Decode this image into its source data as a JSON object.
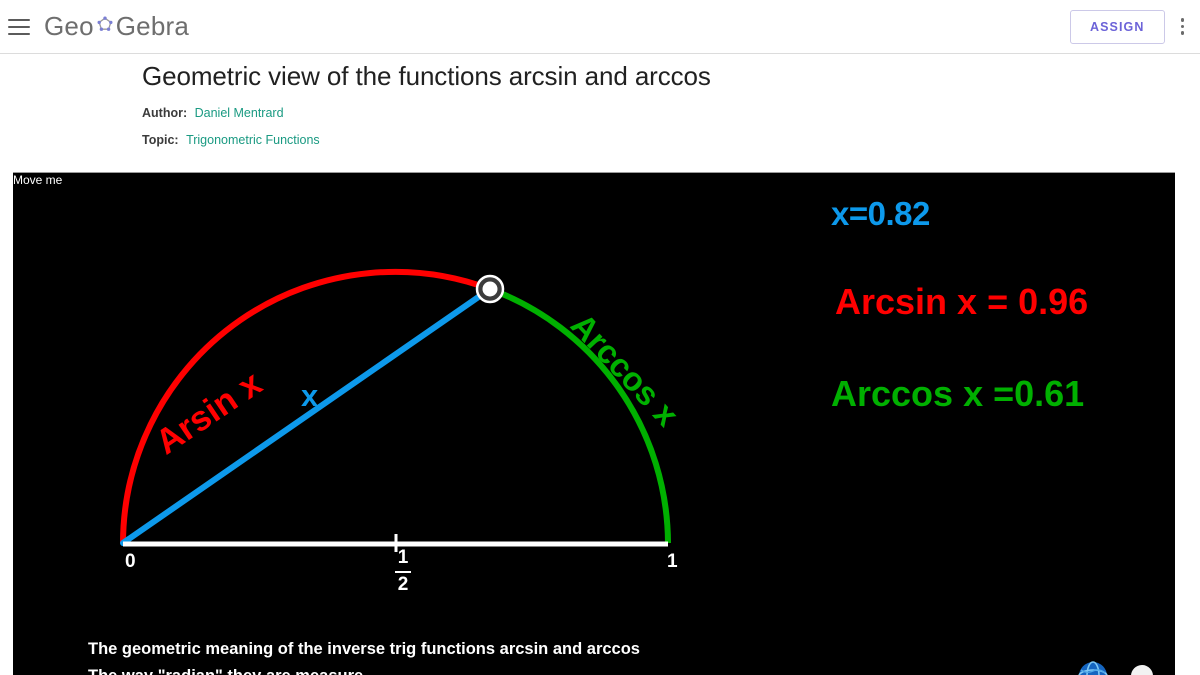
{
  "header": {
    "menu_icon": "hamburger-menu-icon",
    "brand": {
      "left": "Geo",
      "star": "❀",
      "right": "Gebra"
    },
    "assign_label": "ASSIGN",
    "kebab_icon": "more-vertical-icon"
  },
  "title": "Geometric view of the functions arcsin and arccos",
  "meta": [
    {
      "label": "Author:",
      "value": "Daniel Mentrard"
    },
    {
      "label": "Topic:",
      "value": "Trigonometric Functions"
    }
  ],
  "applet": {
    "point_tooltip": "Move me",
    "labels": {
      "arc_left": "Arsin x",
      "arc_right": "Arccos x",
      "chord": "x"
    },
    "axis": {
      "left": "0",
      "middle_numerator": "1",
      "middle_denominator": "2",
      "right": "1"
    },
    "readouts": [
      {
        "name": "x-value",
        "text": "x=0.82",
        "color": "#0d99eb"
      },
      {
        "name": "arcsin-value",
        "text": "Arcsin x = 0.96",
        "color": "#ff0000"
      },
      {
        "name": "arccos-value",
        "text": "Arccos x =0.61",
        "color": "#00b000"
      }
    ],
    "caption_line1": "The geometric meaning of the inverse trig functions arcsin and arccos",
    "caption_line2": "The way \"radian\" they are measure"
  },
  "colors": {
    "red": "#ff0000",
    "green": "#00b000",
    "blue": "#0d99eb",
    "white": "#ffffff",
    "background": "#000000",
    "brand_purple": "#6c63d8",
    "link_teal": "#1a9a82"
  },
  "chart_data": {
    "type": "scatter",
    "title": "Geometric view of the functions arcsin and arccos",
    "description": "Unit semicircle on segment [0,1]; a draggable point splits the arc into a red (Arsin x) left portion and a green (Arccos x) right portion; a blue chord of length x joins the origin to the point.",
    "x": [
      0.82
    ],
    "series": [
      {
        "name": "x",
        "values": [
          0.82
        ],
        "color": "#0d99eb"
      },
      {
        "name": "Arcsin x",
        "values": [
          0.96
        ],
        "color": "#ff0000"
      },
      {
        "name": "Arccos x",
        "values": [
          0.61
        ],
        "color": "#00b000"
      }
    ],
    "xlabel": "",
    "ylabel": "",
    "xlim": [
      0,
      1
    ],
    "ticks": [
      "0",
      "1/2",
      "1"
    ],
    "grid": false,
    "legend": "none"
  }
}
